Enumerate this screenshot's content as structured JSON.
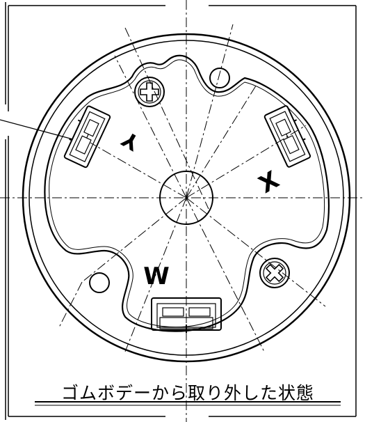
{
  "caption": "ゴムボデーから取り外した状態",
  "terminal_labels": {
    "upper_left": "Y",
    "right": "X",
    "bottom": "W"
  }
}
